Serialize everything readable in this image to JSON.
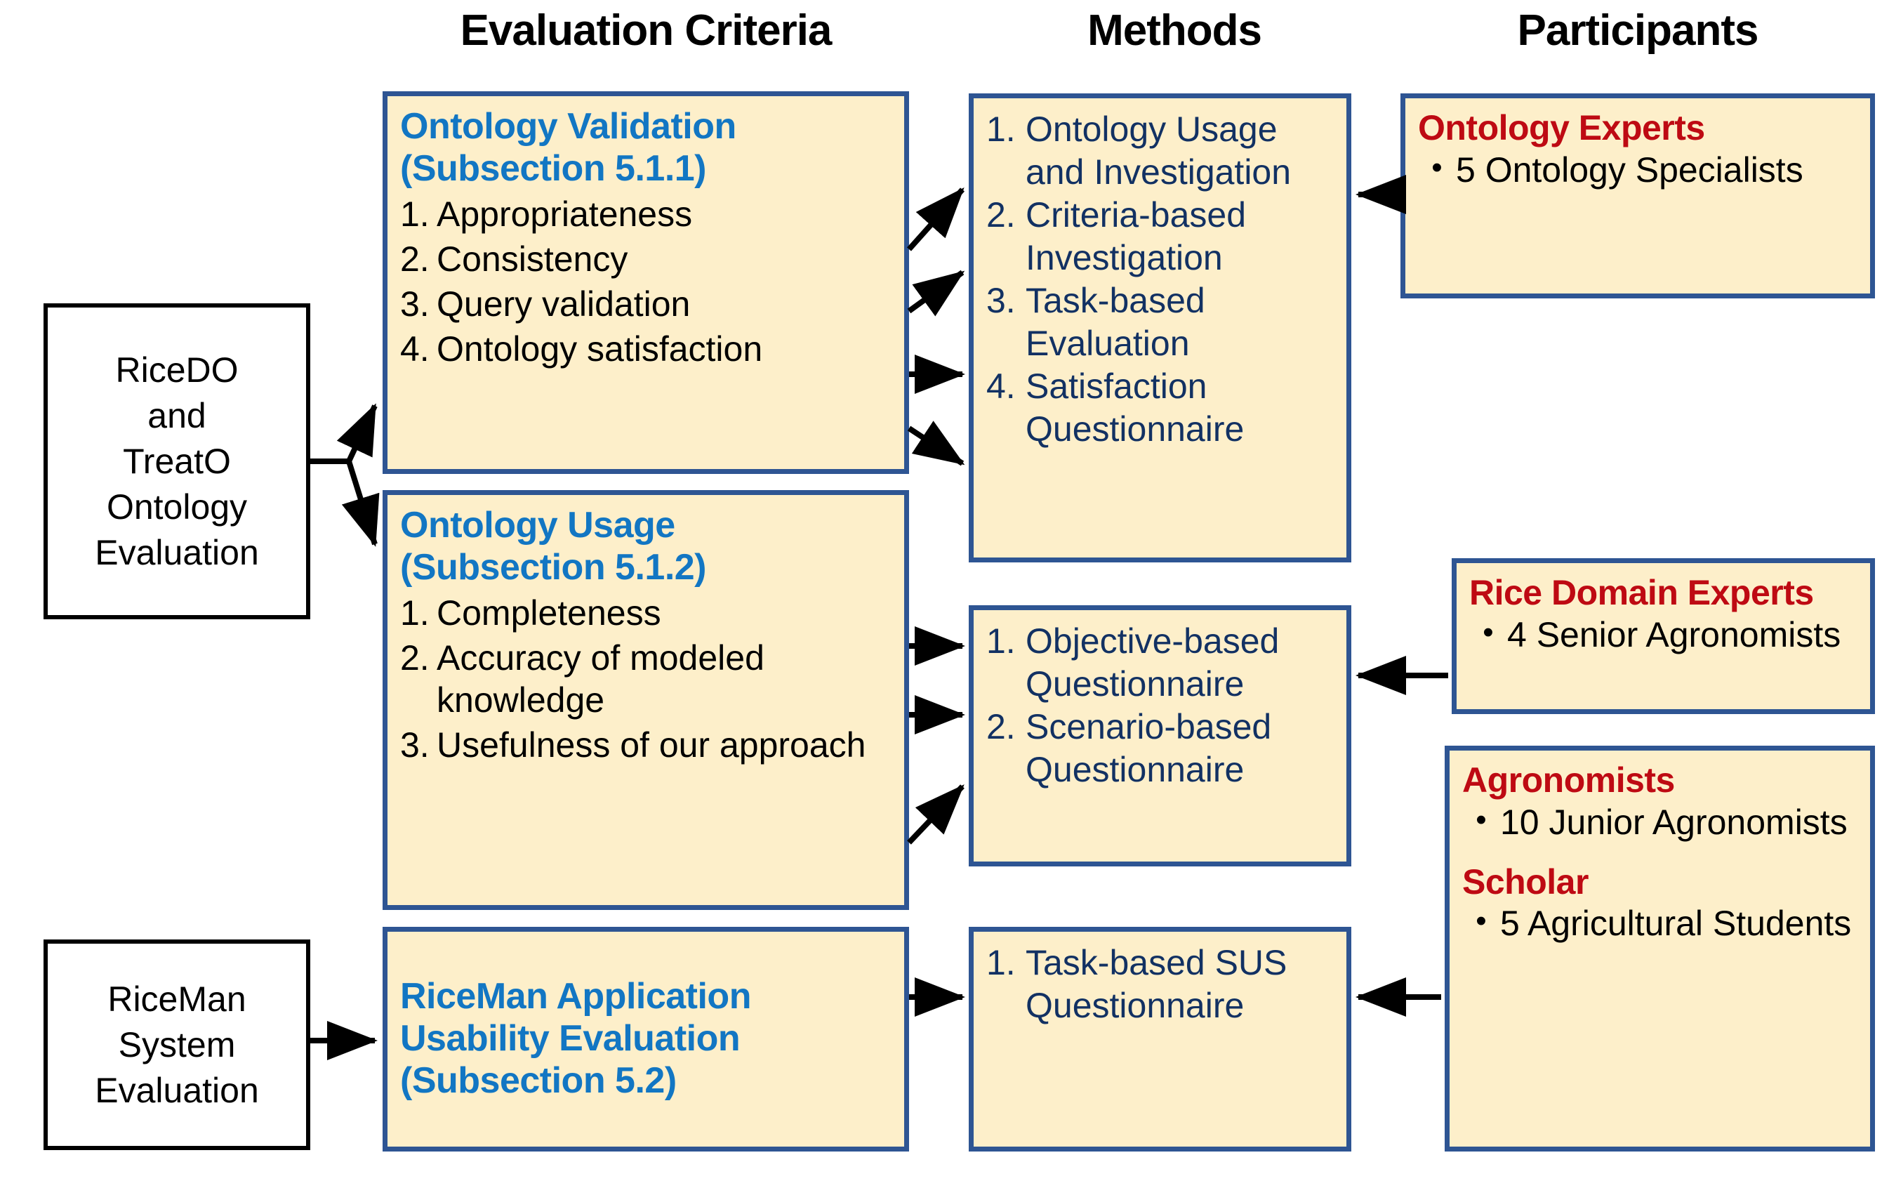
{
  "headers": [
    {
      "label": "Evaluation Criteria"
    },
    {
      "label": "Methods"
    },
    {
      "label": "Participants"
    }
  ],
  "sources": [
    {
      "name": "ricedo-treato-ontology-evaluation",
      "lines": [
        "RiceDO",
        "and",
        "TreatO",
        "Ontology",
        "Evaluation"
      ]
    },
    {
      "name": "riceman-system-evaluation",
      "lines": [
        "RiceMan",
        "System",
        "Evaluation"
      ]
    }
  ],
  "criteria": [
    {
      "title_lines": [
        "Ontology Validation",
        "(Subsection 5.1.1)"
      ],
      "items": [
        {
          "num": "1.",
          "text": "Appropriateness"
        },
        {
          "num": "2.",
          "text": "Consistency"
        },
        {
          "num": "3.",
          "text": "Query validation"
        },
        {
          "num": "4.",
          "text": "Ontology satisfaction"
        }
      ]
    },
    {
      "title_lines": [
        "Ontology Usage",
        "(Subsection 5.1.2)"
      ],
      "items": [
        {
          "num": "1.",
          "text": "Completeness"
        },
        {
          "num": "2.",
          "text": "Accuracy of modeled knowledge"
        },
        {
          "num": "3.",
          "text": "Usefulness of our approach"
        }
      ]
    },
    {
      "title_lines": [
        "RiceMan Application",
        "Usability Evaluation",
        "(Subsection 5.2)"
      ],
      "items": []
    }
  ],
  "methods": [
    {
      "items": [
        {
          "num": "1.",
          "text": "Ontology Usage and Investigation"
        },
        {
          "num": "2.",
          "text": "Criteria-based Investigation"
        },
        {
          "num": "3.",
          "text": "Task-based Evaluation"
        },
        {
          "num": "4.",
          "text": "Satisfaction Questionnaire"
        }
      ]
    },
    {
      "items": [
        {
          "num": "1.",
          "text": "Objective-based Questionnaire"
        },
        {
          "num": "2.",
          "text": "Scenario-based Questionnaire"
        }
      ]
    },
    {
      "items": [
        {
          "num": "1.",
          "text": "Task-based SUS Questionnaire"
        }
      ]
    }
  ],
  "participants": [
    {
      "groups": [
        {
          "heading": "Ontology Experts",
          "items": [
            "5 Ontology Specialists"
          ]
        }
      ]
    },
    {
      "groups": [
        {
          "heading": "Rice Domain Experts",
          "items": [
            "4 Senior Agronomists"
          ]
        }
      ]
    },
    {
      "groups": [
        {
          "heading": "Agronomists",
          "items": [
            "10 Junior Agronomists"
          ]
        },
        {
          "heading": "Scholar",
          "items": [
            "5 Agricultural Students"
          ]
        }
      ]
    }
  ],
  "bullet_glyph": "•",
  "colors": {
    "box_fill": "#FDEFCA",
    "box_border": "#2E5593",
    "criteria_title": "#1276C3",
    "methods_text": "#123163",
    "participant_heading": "#BE0A13",
    "plain_text": "#000000",
    "arrow": "#000000",
    "background": "#FFFFFF"
  }
}
